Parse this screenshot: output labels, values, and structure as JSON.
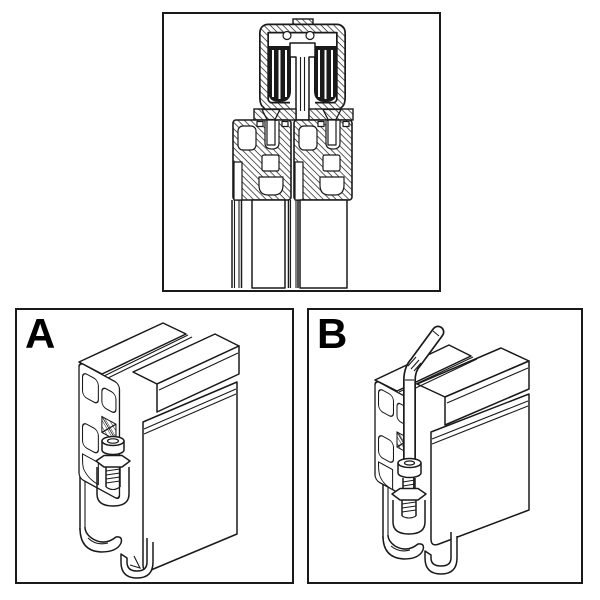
{
  "page": {
    "background": "#ffffff",
    "line_color": "#1a1a1a",
    "border_color": "#1a1a1a"
  },
  "panels": {
    "cross_section": {
      "name": "track-and-profile-cross-section"
    },
    "assembled": {
      "label": "A"
    },
    "tightening": {
      "label": "B"
    }
  }
}
